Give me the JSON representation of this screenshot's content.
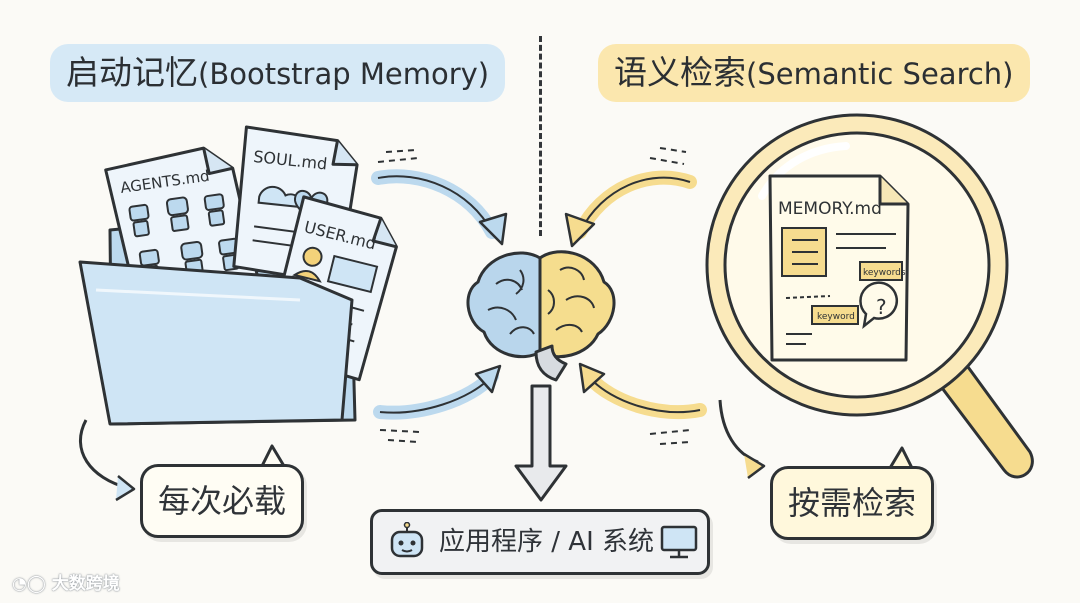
{
  "left_title": {
    "main": "启动记忆",
    "sub": "(Bootstrap Memory)"
  },
  "right_title": {
    "main": "语义检索",
    "sub": "(Semantic Search)"
  },
  "files": {
    "agents": "AGENTS.md",
    "soul": "SOUL.md",
    "user": "USER.md"
  },
  "memory_doc": {
    "title": "MEMORY.md",
    "tag_keywords": "keywords",
    "tag_keyword": "keyword",
    "question": "?"
  },
  "left_label": "每次必载",
  "right_label": "按需检索",
  "app_label": "应用程序 / AI 系统",
  "watermark": "大数跨境",
  "colors": {
    "blue": "#cfe5f5",
    "yellow": "#fbe6a9",
    "ink": "#2e3235",
    "background": "#fbfaf6"
  }
}
